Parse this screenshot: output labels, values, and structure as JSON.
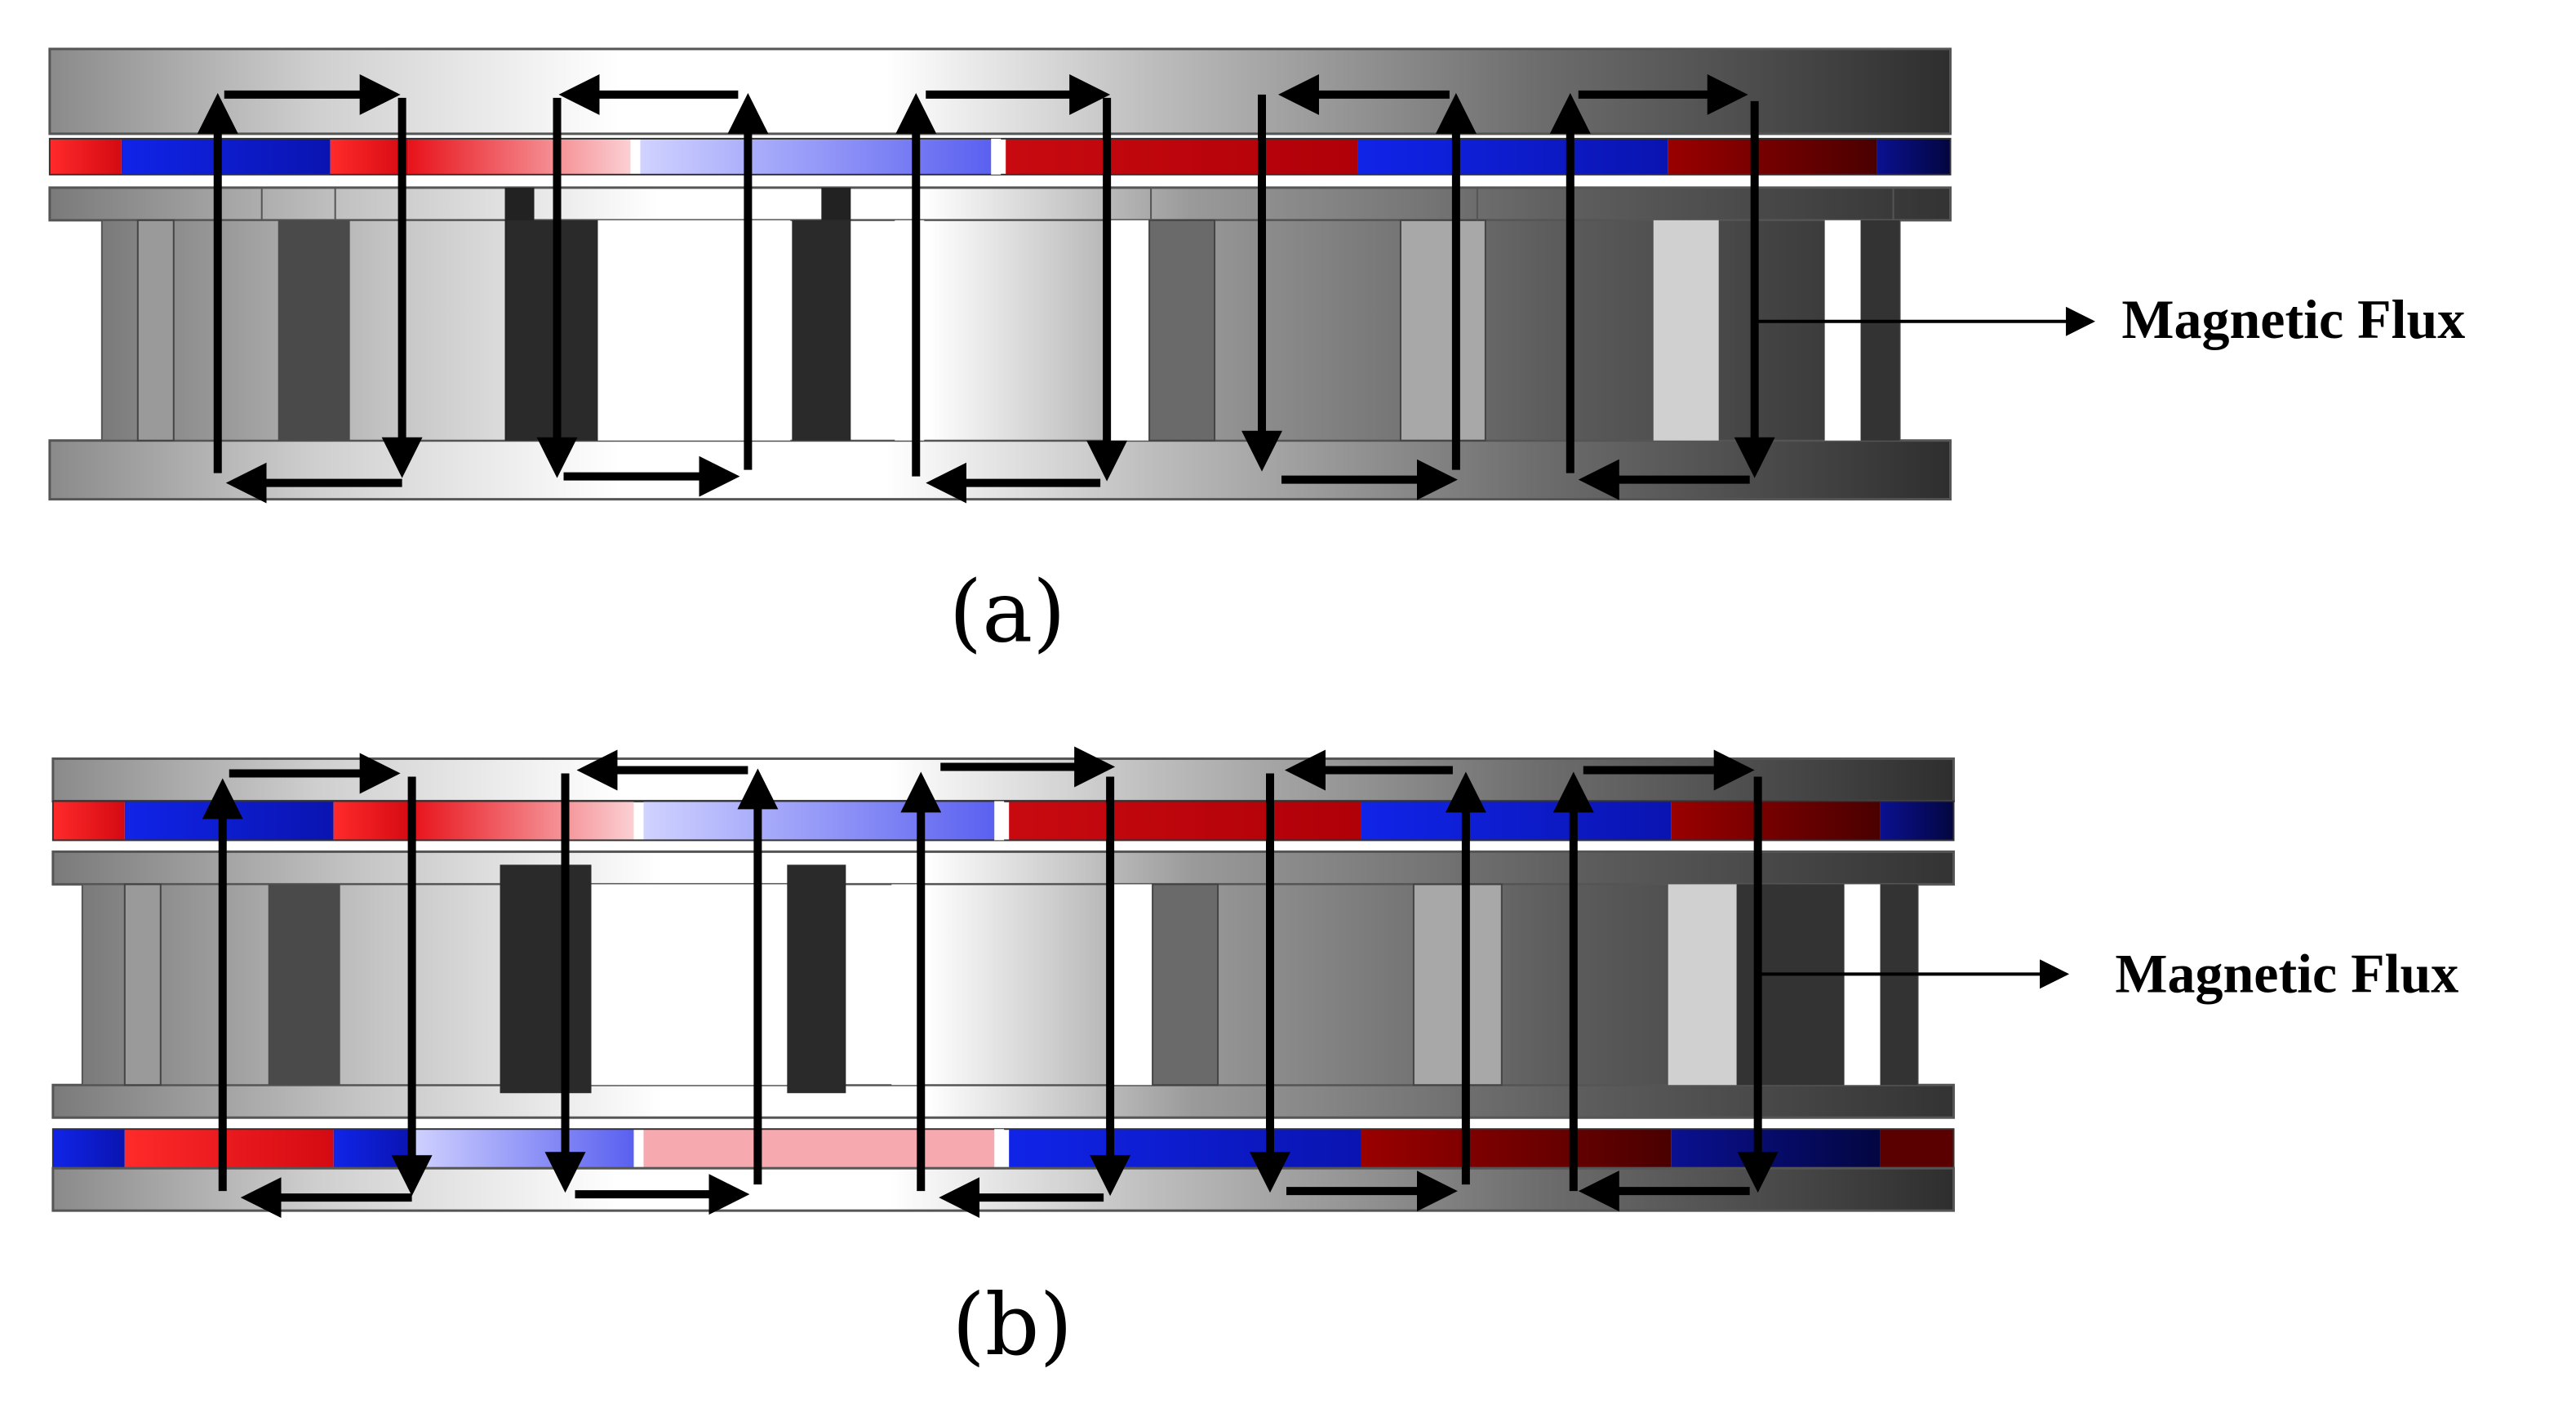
{
  "figure_a": {
    "caption": "(a)",
    "flux_label": "Magnetic Flux"
  },
  "figure_b": {
    "caption": "(b)",
    "flux_label": "Magnetic Flux"
  },
  "colors": {
    "pole_red": "#e8121a",
    "pole_blue": "#0a16d8",
    "pole_light_red": "#f7b3b8",
    "pole_light_blue": "#a8aaf8",
    "pole_dark_red": "#6b0000",
    "pole_dark_blue": "#050a60",
    "arrow": "#000000"
  }
}
